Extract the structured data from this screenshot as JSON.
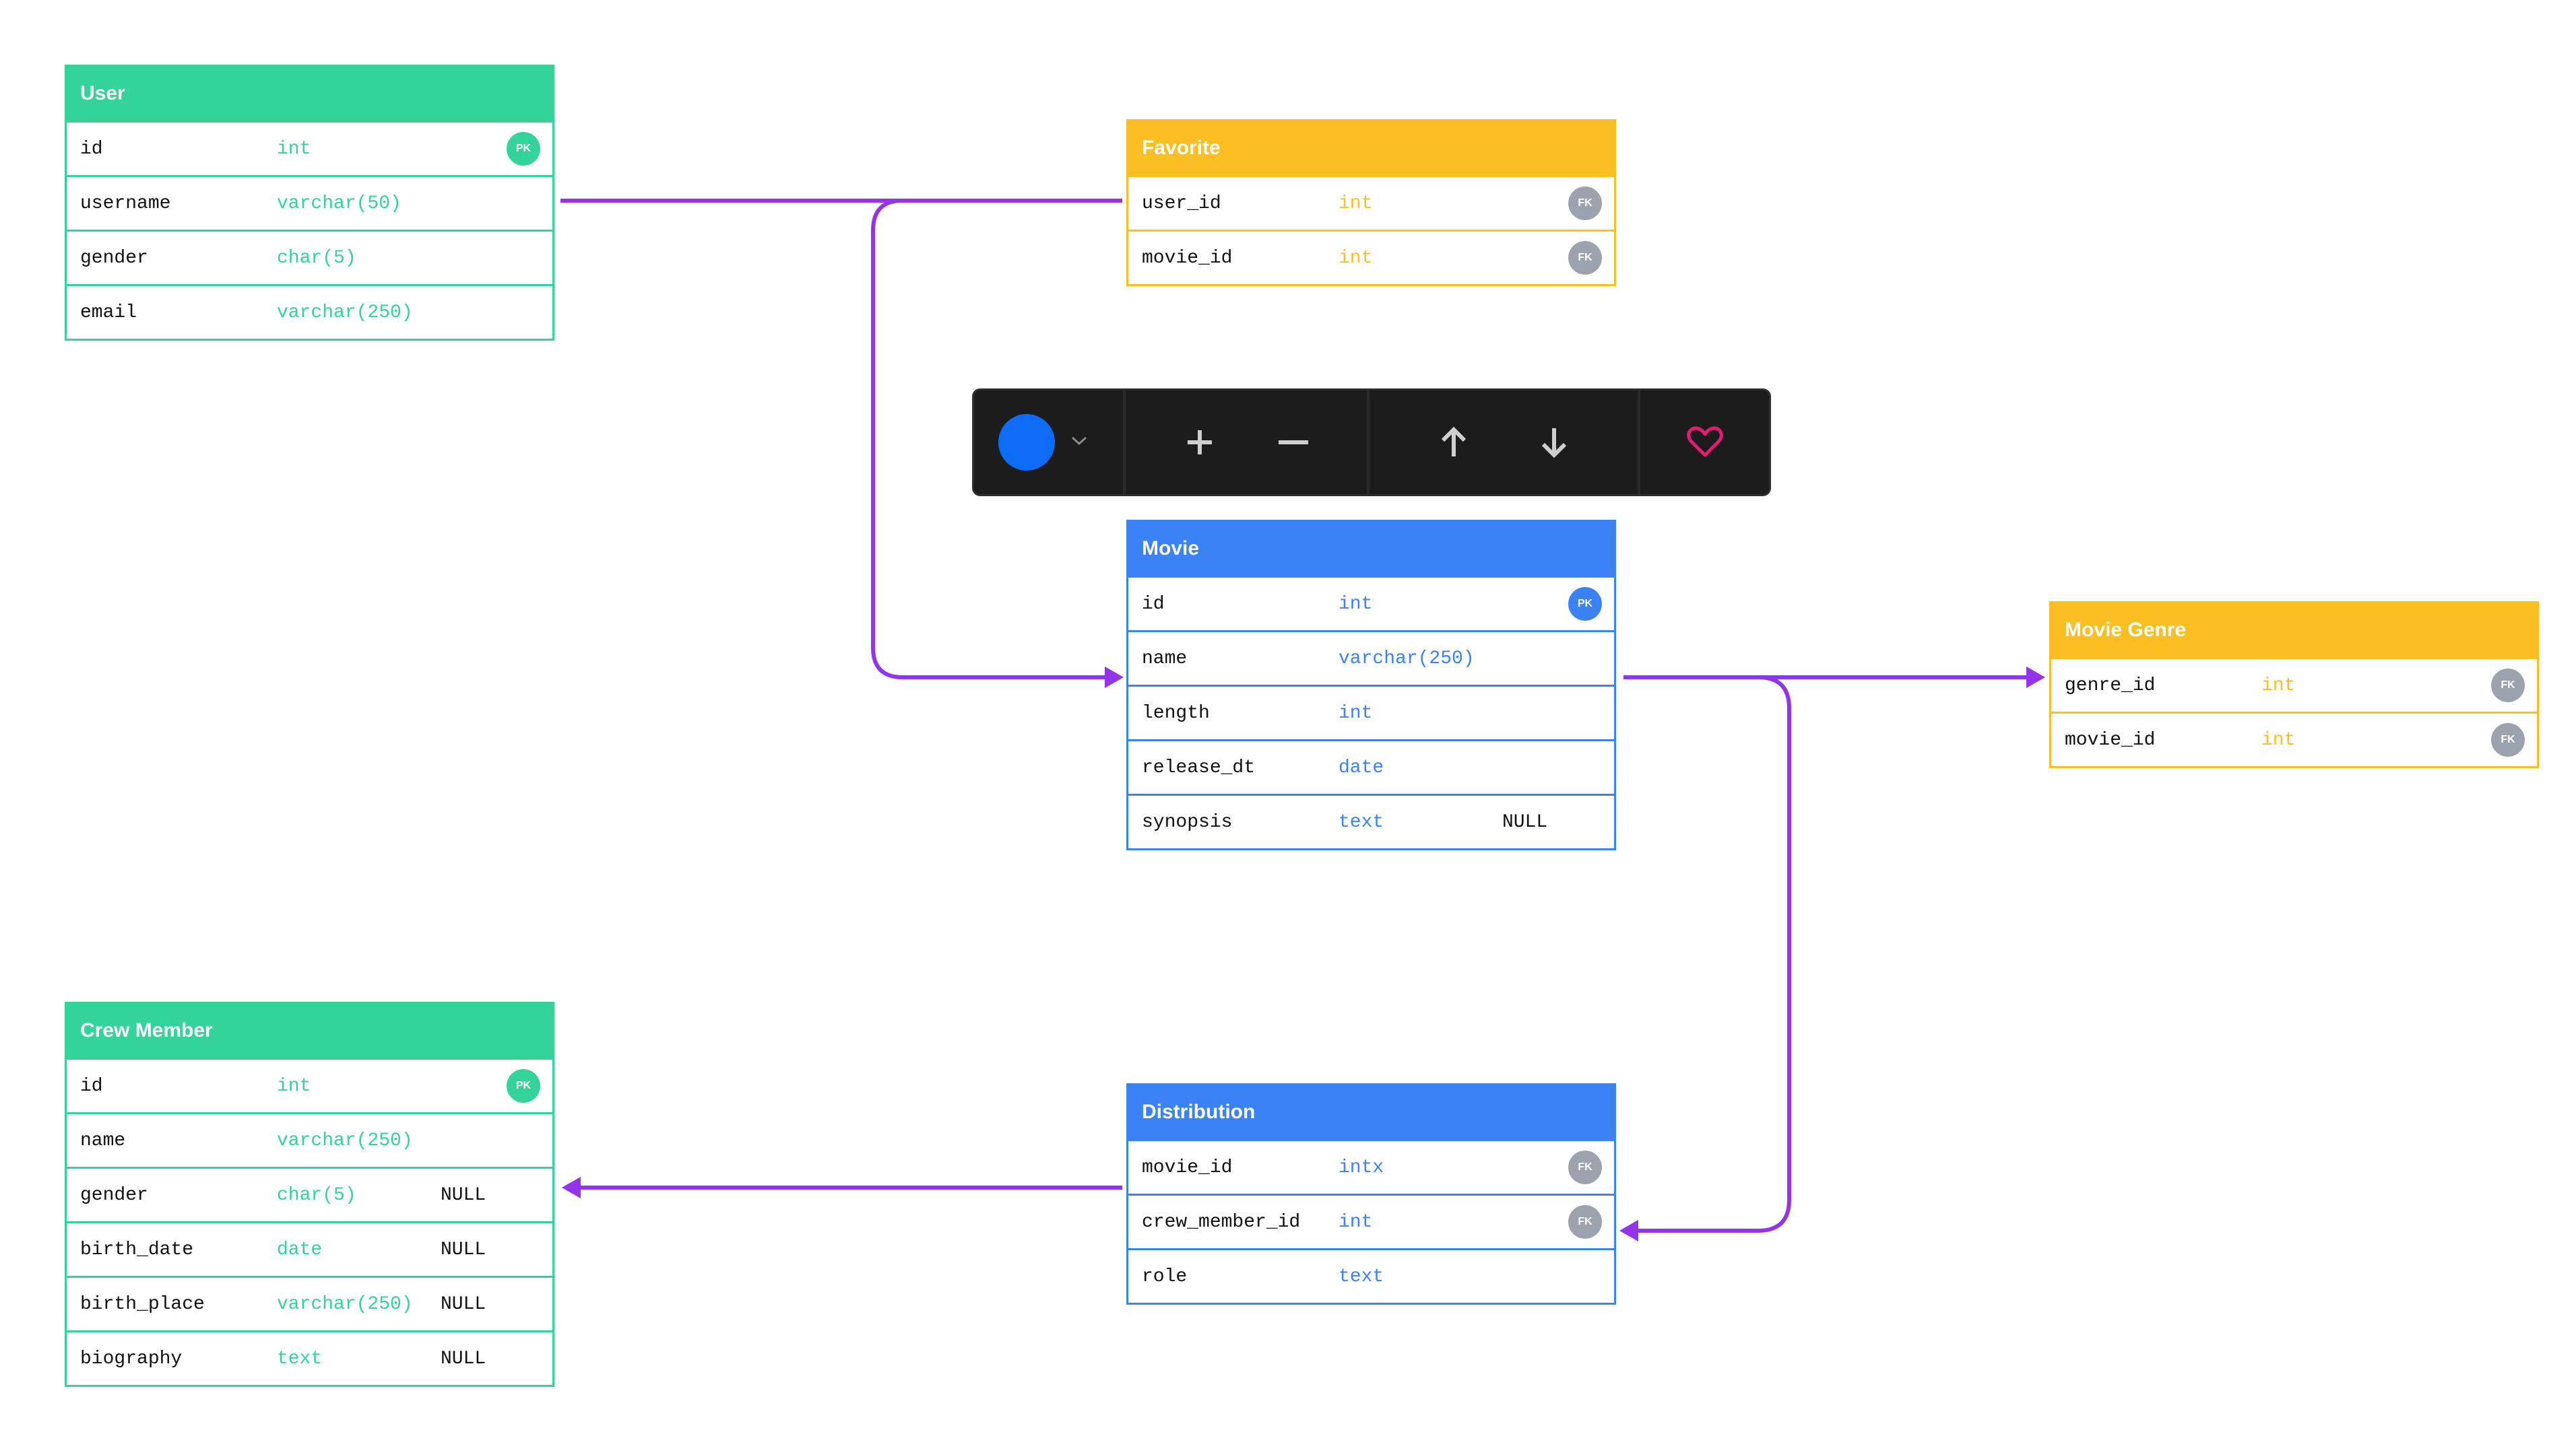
{
  "colors": {
    "green": "#34d399",
    "yellow": "#fbbf24",
    "blue": "#3b82f6",
    "fk_badge": "#9ca3af",
    "connector": "#9333ea",
    "toolbar_bg": "#1c1c1c",
    "swatch": "#0f6cf7",
    "heart": "#e11d74"
  },
  "tables": {
    "user": {
      "title": "User",
      "rows": [
        {
          "name": "id",
          "type": "int",
          "nullable": "",
          "key": "PK"
        },
        {
          "name": "username",
          "type": "varchar(50)",
          "nullable": "",
          "key": ""
        },
        {
          "name": "gender",
          "type": "char(5)",
          "nullable": "",
          "key": ""
        },
        {
          "name": "email",
          "type": "varchar(250)",
          "nullable": "",
          "key": ""
        }
      ]
    },
    "favorite": {
      "title": "Favorite",
      "rows": [
        {
          "name": "user_id",
          "type": "int",
          "nullable": "",
          "key": "FK"
        },
        {
          "name": "movie_id",
          "type": "int",
          "nullable": "",
          "key": "FK"
        }
      ]
    },
    "movie": {
      "title": "Movie",
      "rows": [
        {
          "name": "id",
          "type": "int",
          "nullable": "",
          "key": "PK"
        },
        {
          "name": "name",
          "type": "varchar(250)",
          "nullable": "",
          "key": ""
        },
        {
          "name": "length",
          "type": "int",
          "nullable": "",
          "key": ""
        },
        {
          "name": "release_dt",
          "type": "date",
          "nullable": "",
          "key": ""
        },
        {
          "name": "synopsis",
          "type": "text",
          "nullable": "NULL",
          "key": ""
        }
      ]
    },
    "movie_genre": {
      "title": "Movie Genre",
      "rows": [
        {
          "name": "genre_id",
          "type": "int",
          "nullable": "",
          "key": "FK"
        },
        {
          "name": "movie_id",
          "type": "int",
          "nullable": "",
          "key": "FK"
        }
      ]
    },
    "crew_member": {
      "title": "Crew Member",
      "rows": [
        {
          "name": "id",
          "type": "int",
          "nullable": "",
          "key": "PK"
        },
        {
          "name": "name",
          "type": "varchar(250)",
          "nullable": "",
          "key": ""
        },
        {
          "name": "gender",
          "type": "char(5)",
          "nullable": "NULL",
          "key": ""
        },
        {
          "name": "birth_date",
          "type": "date",
          "nullable": "NULL",
          "key": ""
        },
        {
          "name": "birth_place",
          "type": "varchar(250)",
          "nullable": "NULL",
          "key": ""
        },
        {
          "name": "biography",
          "type": "text",
          "nullable": "NULL",
          "key": ""
        }
      ]
    },
    "distribution": {
      "title": "Distribution",
      "rows": [
        {
          "name": "movie_id",
          "type": "intx",
          "nullable": "",
          "key": "FK"
        },
        {
          "name": "crew_member_id",
          "type": "int",
          "nullable": "",
          "key": "FK"
        },
        {
          "name": "role",
          "type": "text",
          "nullable": "",
          "key": ""
        }
      ]
    }
  },
  "toolbar": {
    "color_swatch_icon": "circle-swatch",
    "dropdown_icon": "chevron-down",
    "add_icon": "plus",
    "remove_icon": "minus",
    "move_up_icon": "arrow-up",
    "move_down_icon": "arrow-down",
    "favorite_icon": "heart"
  },
  "relations": [
    {
      "from": "user",
      "to": "movie"
    },
    {
      "from": "favorite",
      "to": "movie"
    },
    {
      "from": "movie",
      "to": "movie_genre"
    },
    {
      "from": "movie",
      "to": "distribution"
    },
    {
      "from": "distribution",
      "to": "crew_member"
    }
  ]
}
